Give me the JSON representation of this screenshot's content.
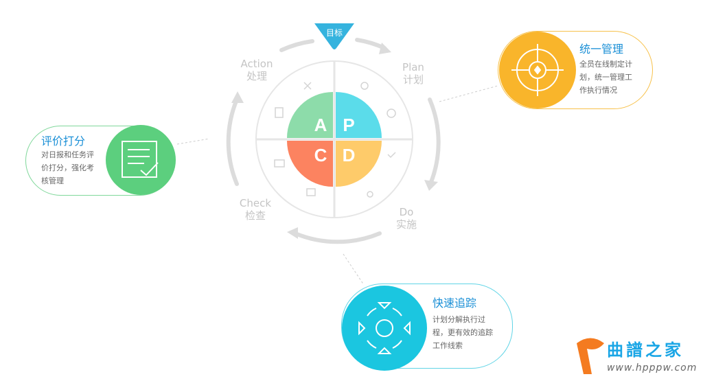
{
  "cycle": {
    "goal": "目标",
    "quadrants": [
      {
        "letter": "A",
        "en": "Action",
        "cn": "处理",
        "color": "#8ddcaa"
      },
      {
        "letter": "P",
        "en": "Plan",
        "cn": "计划",
        "color": "#5bdcea"
      },
      {
        "letter": "C",
        "en": "Check",
        "cn": "检查",
        "color": "#fc8360"
      },
      {
        "letter": "D",
        "en": "Do",
        "cn": "实施",
        "color": "#fecb6a"
      }
    ]
  },
  "cards": {
    "manage": {
      "title": "统一管理",
      "desc": [
        "全员在线制定计",
        "划，统一管理工",
        "作执行情况"
      ],
      "color": "#f9b52b"
    },
    "evaluate": {
      "title": "评价打分",
      "desc": [
        "对日报和任务评",
        "价打分，强化考",
        "核管理"
      ],
      "color": "#5ccf7e"
    },
    "track": {
      "title": "快速追踪",
      "desc": [
        "计划分解执行过",
        "程，更有效的追踪",
        "工作线索"
      ],
      "color": "#1bc6e0"
    }
  },
  "watermark": {
    "name": "曲譜之家",
    "url": "www.hpppw.com"
  }
}
